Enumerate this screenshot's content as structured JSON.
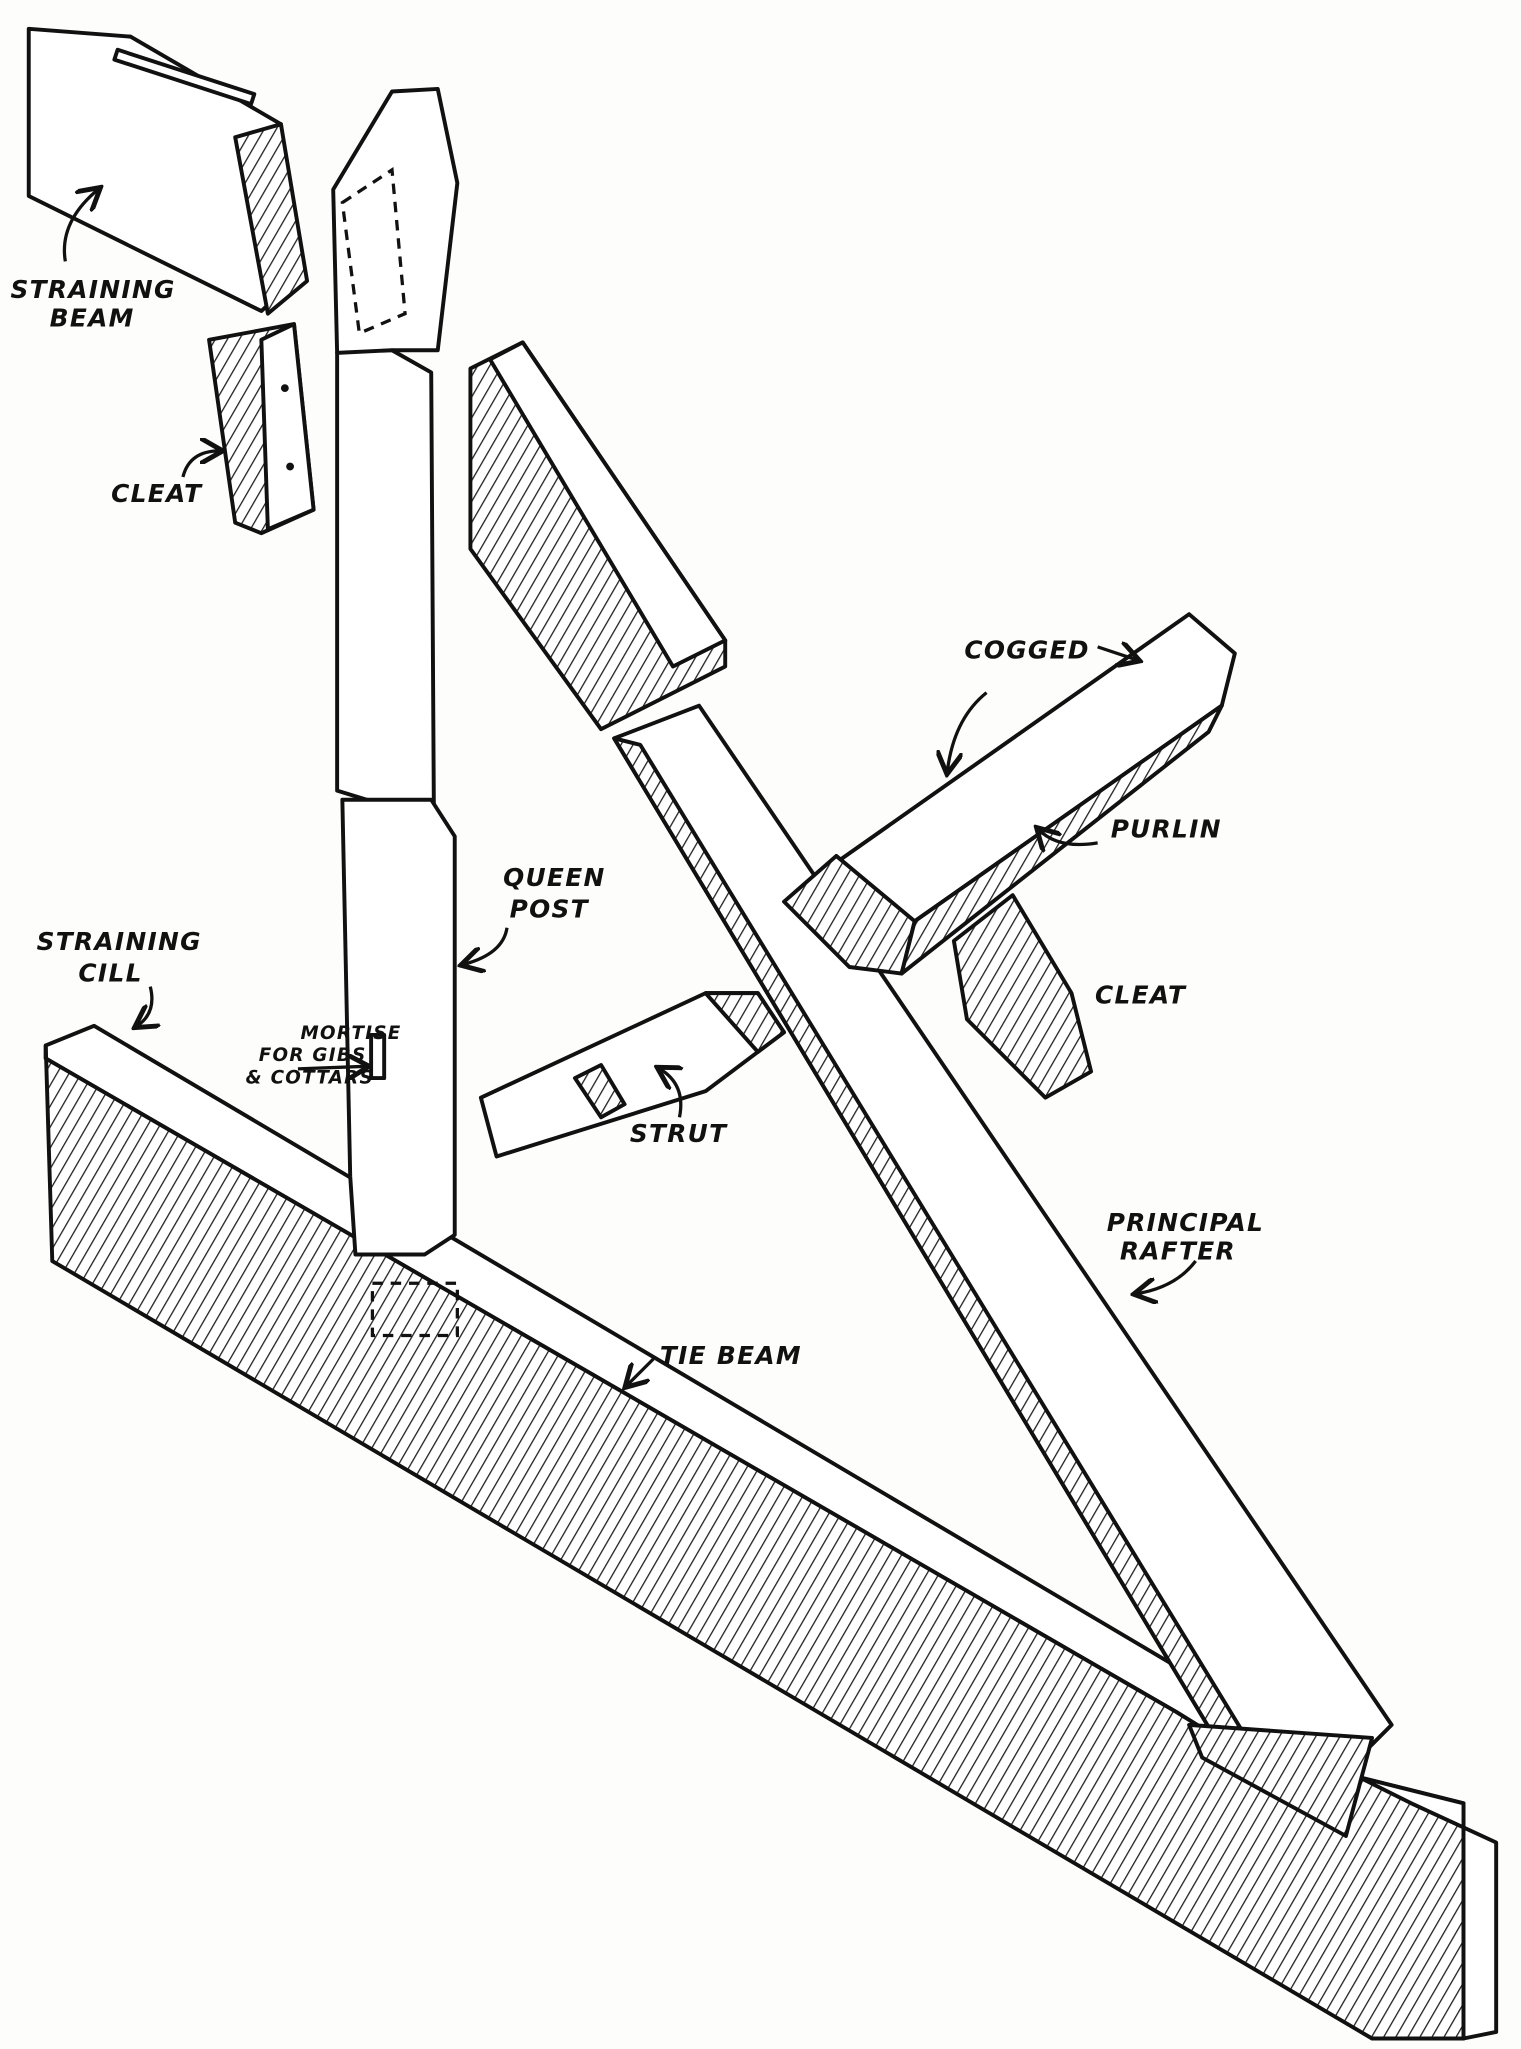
{
  "labels": {
    "straining_beam": [
      "STRAINING",
      "BEAM"
    ],
    "cleat_left": "CLEAT",
    "queen_post": [
      "QUEEN",
      "POST"
    ],
    "straining_cill": [
      "STRAINING",
      "CILL"
    ],
    "mortise": [
      "MORTISE",
      "FOR GIBS",
      "& COTTARS"
    ],
    "cogged": "COGGED",
    "purlin": "PURLIN",
    "cleat_right": "CLEAT",
    "strut": "STRUT",
    "principal_rafter": [
      "PRINCIPAL",
      "RAFTER"
    ],
    "tie_beam": "TIE BEAM"
  }
}
